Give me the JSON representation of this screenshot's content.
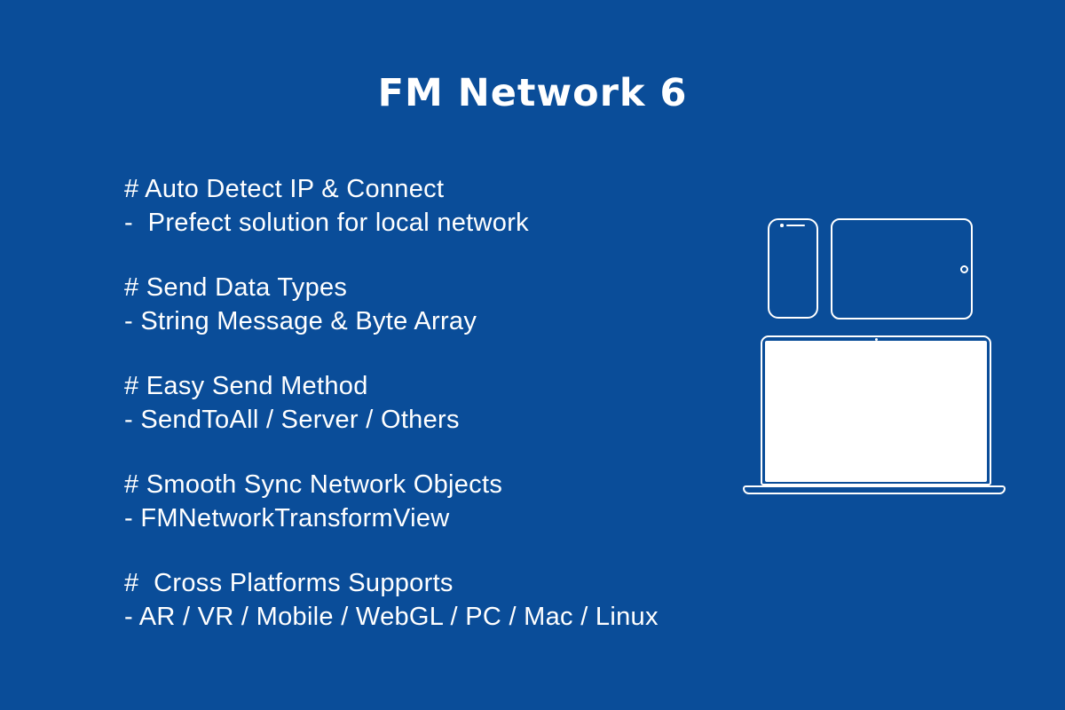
{
  "colors": {
    "background": "#0A4D99",
    "foreground": "#FFFFFF"
  },
  "title": "FM Network 6",
  "features": [
    {
      "heading": "# Auto Detect IP & Connect",
      "detail": "-  Prefect solution for local network"
    },
    {
      "heading": "# Send Data Types",
      "detail": "- String Message & Byte Array"
    },
    {
      "heading": "# Easy Send Method",
      "detail": "- SendToAll / Server / Others"
    },
    {
      "heading": "# Smooth Sync Network Objects",
      "detail": "- FMNetworkTransformView"
    },
    {
      "heading": "#  Cross Platforms Supports",
      "detail": "- AR / VR / Mobile / WebGL / PC / Mac / Linux"
    }
  ],
  "illustrations": {
    "devices": [
      "smartphone",
      "tablet",
      "laptop"
    ]
  }
}
